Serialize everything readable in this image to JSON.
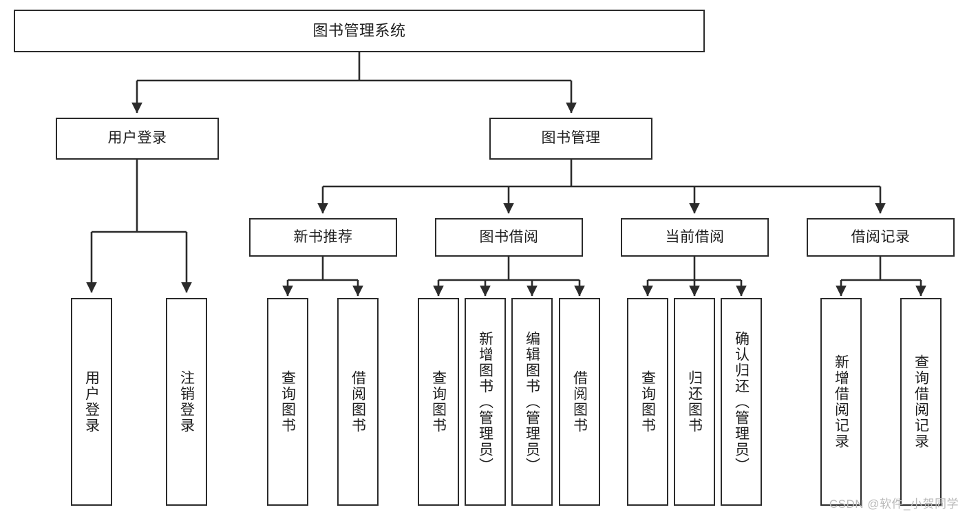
{
  "diagram": {
    "title": "图书管理系统",
    "watermark": "CSDN @软件_小贺同学",
    "accent_color": "#2b2b2b",
    "background_color": "#ffffff",
    "levels": {
      "root": {
        "label": "图书管理系统"
      },
      "level2": [
        {
          "label": "用户登录"
        },
        {
          "label": "图书管理"
        }
      ],
      "level3": [
        {
          "label": "新书推荐"
        },
        {
          "label": "图书借阅"
        },
        {
          "label": "当前借阅"
        },
        {
          "label": "借阅记录"
        }
      ],
      "leaves": {
        "user_login": [
          {
            "label": "用户登录"
          },
          {
            "label": "注销登录"
          }
        ],
        "new_book_recommend": [
          {
            "label": "查询图书"
          },
          {
            "label": "借阅图书"
          }
        ],
        "book_borrow": [
          {
            "label": "查询图书"
          },
          {
            "label": "新增图书（管理员）"
          },
          {
            "label": "编辑图书（管理员）"
          },
          {
            "label": "借阅图书"
          }
        ],
        "current_borrow": [
          {
            "label": "查询图书"
          },
          {
            "label": "归还图书"
          },
          {
            "label": "确认归还（管理员）"
          }
        ],
        "borrow_record": [
          {
            "label": "新增借阅记录"
          },
          {
            "label": "查询借阅记录"
          }
        ]
      }
    }
  }
}
